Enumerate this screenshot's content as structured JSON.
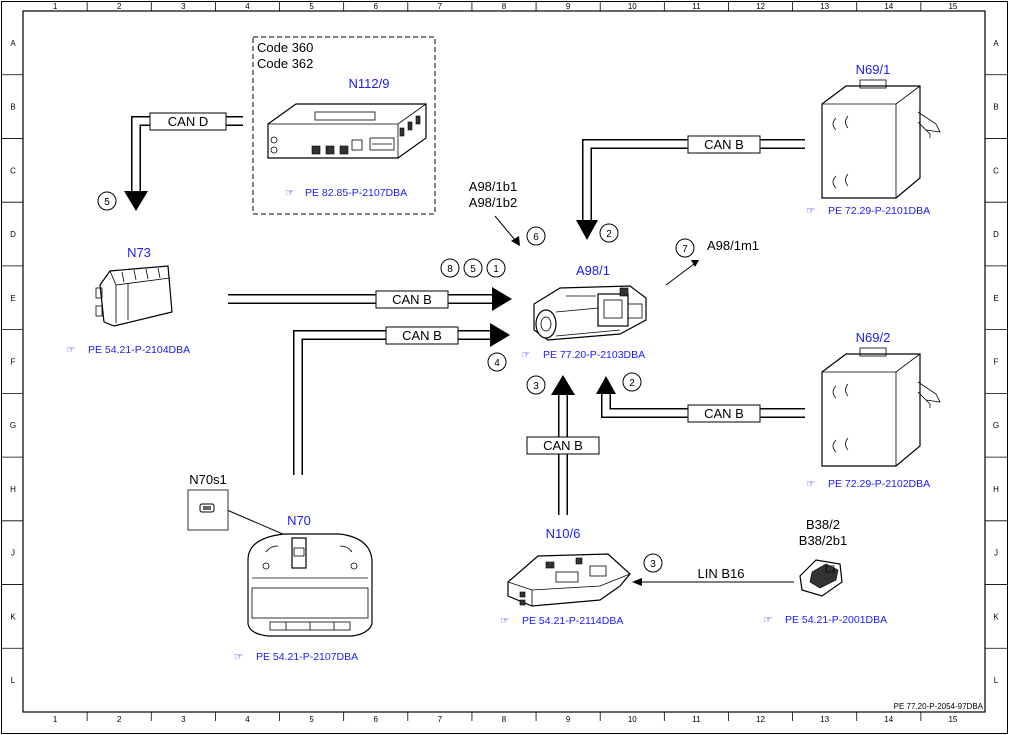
{
  "border_columns": [
    "1",
    "2",
    "3",
    "4",
    "5",
    "6",
    "7",
    "8",
    "9",
    "10",
    "11",
    "12",
    "13",
    "14",
    "15"
  ],
  "border_rows": [
    "A",
    "B",
    "C",
    "D",
    "E",
    "F",
    "G",
    "H",
    "J",
    "K",
    "L"
  ],
  "footer_ref": "PE 77.20-P-2054-97DBA",
  "components": {
    "n112_9": {
      "label": "N112/9",
      "codes": [
        "Code 360",
        "Code 362"
      ],
      "ref": "PE 82.85-P-2107DBA"
    },
    "n69_1": {
      "label": "N69/1",
      "ref": "PE 72.29-P-2101DBA"
    },
    "n69_2": {
      "label": "N69/2",
      "ref": "PE 72.29-P-2102DBA"
    },
    "n73": {
      "label": "N73",
      "ref": "PE 54.21-P-2104DBA"
    },
    "a98_1": {
      "label": "A98/1",
      "ref": "PE 77.20-P-2103DBA",
      "sensors": [
        "A98/1b1",
        "A98/1b2"
      ],
      "motor": "A98/1m1"
    },
    "n70": {
      "label": "N70",
      "ref": "PE 54.21-P-2107DBA"
    },
    "n70s1": {
      "label": "N70s1"
    },
    "n10_6": {
      "label": "N10/6",
      "ref": "PE 54.21-P-2114DBA"
    },
    "b38_2": {
      "label": "B38/2",
      "sub": "B38/2b1",
      "ref": "PE 54.21-P-2001DBA"
    }
  },
  "bus_labels": {
    "can_d": "CAN D",
    "can_b_n69_1": "CAN B",
    "can_b_n73": "CAN B",
    "can_b_n70": "CAN B",
    "can_b_n69_2": "CAN B",
    "can_b_n10_6": "CAN B",
    "lin_b16": "LIN B16"
  },
  "signal_numbers": {
    "n5": "5",
    "n2_top": "2",
    "n6": "6",
    "n7": "7",
    "n8": "8",
    "n5b": "5",
    "n1": "1",
    "n4": "4",
    "n3_top": "3",
    "n2_bottom": "2",
    "n3_lin": "3"
  },
  "icons": {
    "reference": "pointing-hand-icon"
  },
  "colors": {
    "label_blue": "#1a1aff",
    "line": "#000000"
  }
}
